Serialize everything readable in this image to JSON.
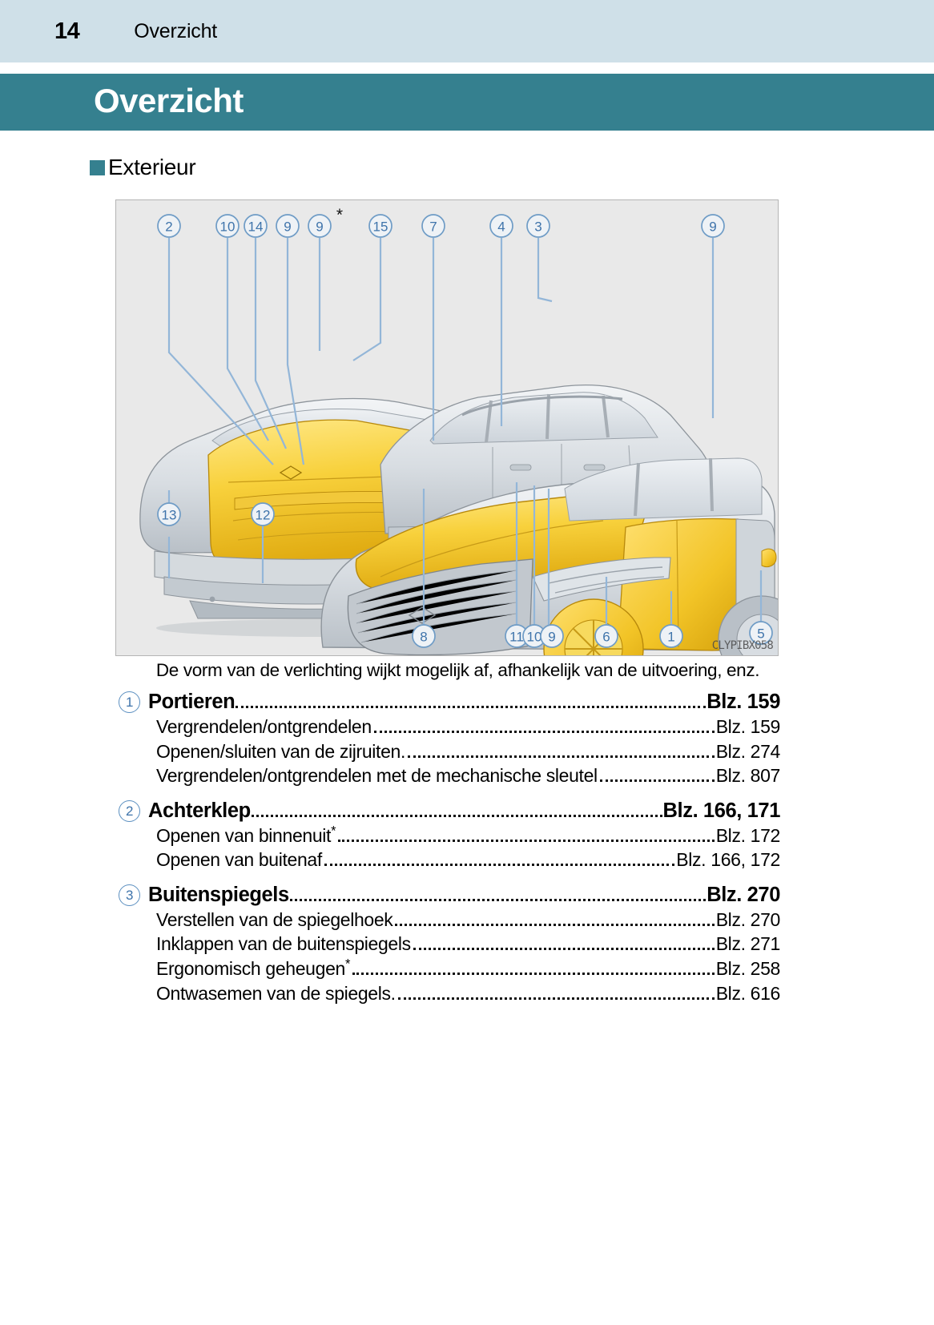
{
  "running_head": {
    "page_number": "14",
    "title": "Overzicht"
  },
  "chapter": {
    "title": "Overzicht"
  },
  "section": {
    "label": "Exterieur",
    "marker_color": "#35808f"
  },
  "figure": {
    "watermark": "CLYPIBX058",
    "caption": "De vorm van de verlichting wijkt mogelijk af, afhankelijk van de uitvoering, enz.",
    "callouts_top": [
      "2",
      "10",
      "14",
      "9",
      "9",
      "15",
      "7",
      "4",
      "3",
      "9"
    ],
    "callouts_top_star_index": 4,
    "callouts_left": [
      "13",
      "12"
    ],
    "callouts_bottom": [
      "8",
      "11",
      "10",
      "9",
      "6",
      "1",
      "5"
    ]
  },
  "contents": [
    {
      "number": "1",
      "label": "Portieren",
      "page": "Blz. 159",
      "subitems": [
        {
          "label": "Vergrendelen/ontgrendelen",
          "star": false,
          "page": "Blz. 159"
        },
        {
          "label": "Openen/sluiten van de zijruiten.",
          "star": false,
          "page": "Blz. 274"
        },
        {
          "label": "Vergrendelen/ontgrendelen met de mechanische sleutel",
          "star": false,
          "page": "Blz. 807"
        }
      ]
    },
    {
      "number": "2",
      "label": "Achterklep",
      "page": "Blz. 166, 171",
      "subitems": [
        {
          "label": "Openen van binnenuit",
          "star": true,
          "page": "Blz. 172"
        },
        {
          "label": "Openen van buitenaf",
          "star": false,
          "page": "Blz. 166, 172"
        }
      ]
    },
    {
      "number": "3",
      "label": "Buitenspiegels",
      "page": "Blz. 270",
      "subitems": [
        {
          "label": "Verstellen van de spiegelhoek",
          "star": false,
          "page": "Blz. 270"
        },
        {
          "label": "Inklappen van de buitenspiegels",
          "star": false,
          "page": "Blz. 271"
        },
        {
          "label": "Ergonomisch geheugen",
          "star": true,
          "page": "Blz. 258"
        },
        {
          "label": "Ontwasemen van de spiegels.",
          "star": false,
          "page": "Blz. 616"
        }
      ]
    }
  ],
  "colors": {
    "runhead_bg": "#cfe0e8",
    "band_bg": "#35808f",
    "callout_blue": "#3f74ab",
    "highlight_yellow": "#f5cc2a",
    "body_silver": "#c9cfd4"
  }
}
